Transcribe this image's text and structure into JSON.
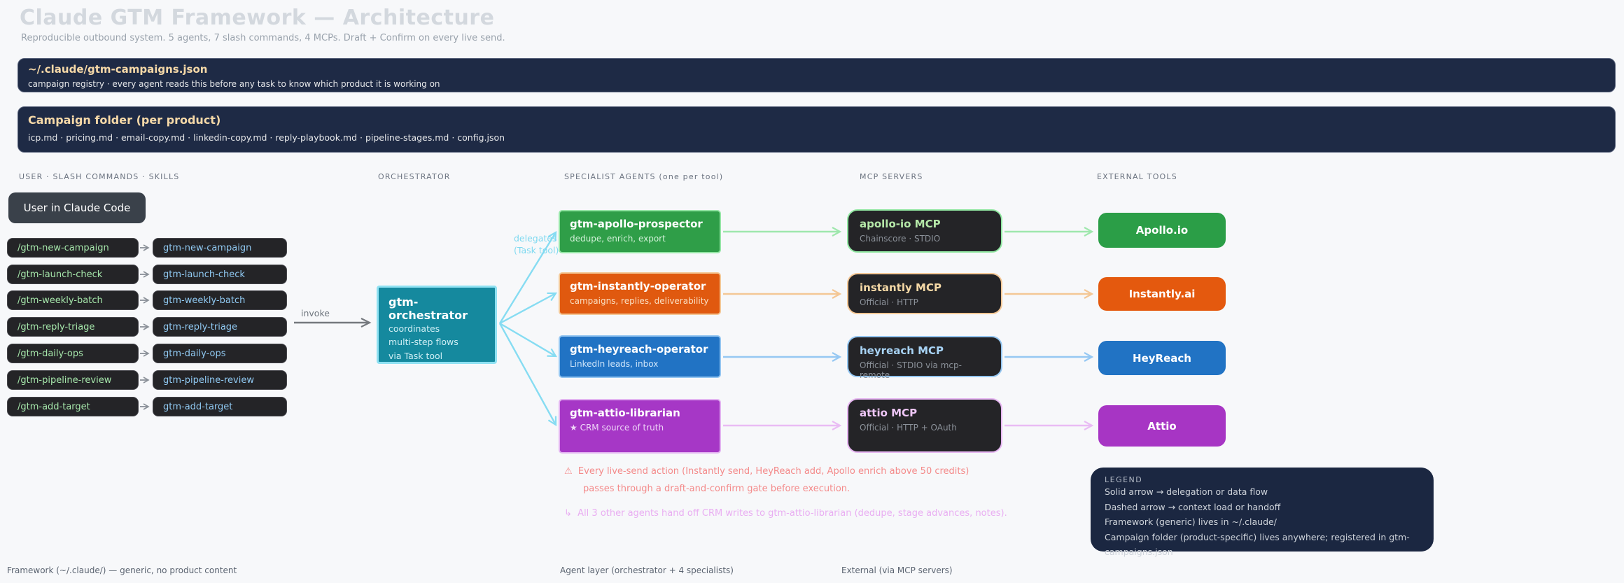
{
  "header": {
    "title": "Claude GTM Framework — Architecture",
    "subtitle": "Reproducible outbound system. 5 agents, 7 slash commands, 4 MCPs. Draft + Confirm on every live send."
  },
  "banners": {
    "registry": {
      "title": "~/.claude/gtm-campaigns.json",
      "subtitle": "campaign registry  ·  every agent reads this before any task to know which product it is working on"
    },
    "campaign_folder": {
      "title": "Campaign folder (per product)",
      "subtitle": "icp.md  ·  pricing.md  ·  email-copy.md  ·  linkedin-copy.md  ·  reply-playbook.md  ·  pipeline-stages.md  ·  config.json"
    }
  },
  "columns": {
    "user": "USER  ·  SLASH COMMANDS  ·  SKILLS",
    "orchestrator": "ORCHESTRATOR",
    "agents": "SPECIALIST AGENTS (one per tool)",
    "mcp": "MCP SERVERS",
    "external": "EXTERNAL TOOLS"
  },
  "user_box": "User in Claude Code",
  "rows": [
    {
      "slash": "/gtm-new-campaign",
      "skill": "gtm-new-campaign"
    },
    {
      "slash": "/gtm-launch-check",
      "skill": "gtm-launch-check"
    },
    {
      "slash": "/gtm-weekly-batch",
      "skill": "gtm-weekly-batch"
    },
    {
      "slash": "/gtm-reply-triage",
      "skill": "gtm-reply-triage"
    },
    {
      "slash": "/gtm-daily-ops",
      "skill": "gtm-daily-ops"
    },
    {
      "slash": "/gtm-pipeline-review",
      "skill": "gtm-pipeline-review"
    },
    {
      "slash": "/gtm-add-target",
      "skill": "gtm-add-target"
    }
  ],
  "invoke_label": "invoke",
  "orchestrator": {
    "title": "gtm-orchestrator",
    "lines": [
      "coordinates",
      "multi-step flows",
      "via Task tool"
    ]
  },
  "delegates_label": {
    "line1": "delegates",
    "line2": "(Task tool)"
  },
  "agents": [
    {
      "name": "gtm-apollo-prospector",
      "desc": "dedupe, enrich, export"
    },
    {
      "name": "gtm-instantly-operator",
      "desc": "campaigns, replies, deliverability"
    },
    {
      "name": "gtm-heyreach-operator",
      "desc": "LinkedIn leads, inbox"
    },
    {
      "name": "gtm-attio-librarian",
      "desc": "★ CRM source of truth"
    }
  ],
  "mcp_servers": [
    {
      "name": "apollo-io MCP",
      "desc": "Chainscore  ·  STDIO"
    },
    {
      "name": "instantly MCP",
      "desc": "Official  ·  HTTP"
    },
    {
      "name": "heyreach MCP",
      "desc": "Official  ·  STDIO via mcp-remote"
    },
    {
      "name": "attio MCP",
      "desc": "Official  ·  HTTP + OAuth"
    }
  ],
  "external_tools": [
    "Apollo.io",
    "Instantly.ai",
    "HeyReach",
    "Attio"
  ],
  "notes": {
    "warning_icon": "⚠",
    "warning_line1": "Every live-send action (Instantly send, HeyReach add, Apollo enrich above 50 credits)",
    "warning_line2": "passes through a draft-and-confirm gate before execution.",
    "handoff_icon": "↳",
    "handoff_text": "All 3 other agents hand off CRM writes to gtm-attio-librarian (dedupe, stage advances, notes)."
  },
  "legend": {
    "title": "LEGEND",
    "lines": [
      "Solid arrow  →  delegation or data flow",
      "Dashed arrow  →  context load or handoff",
      "Framework (generic) lives in ~/.claude/",
      "Campaign folder (product-specific) lives anywhere; registered in gtm-campaigns.json"
    ]
  },
  "footers": [
    "Framework (~/.claude/) — generic, no product content",
    "Agent layer (orchestrator + 4 specialists)",
    "External (via MCP servers)"
  ],
  "colors": {
    "banner_bg": "#1e2a45",
    "banner_title": "#f6d9a8",
    "apollo_green": "#2f9e48",
    "instantly_orange": "#e0590f",
    "heyreach_blue": "#2173c4",
    "attio_purple": "#a637c6",
    "orchestrator_teal": "#15899e",
    "arrow_cyan": "#86dcf2",
    "warning_red": "#f48a8a",
    "handoff_violet": "#e9aef2"
  }
}
